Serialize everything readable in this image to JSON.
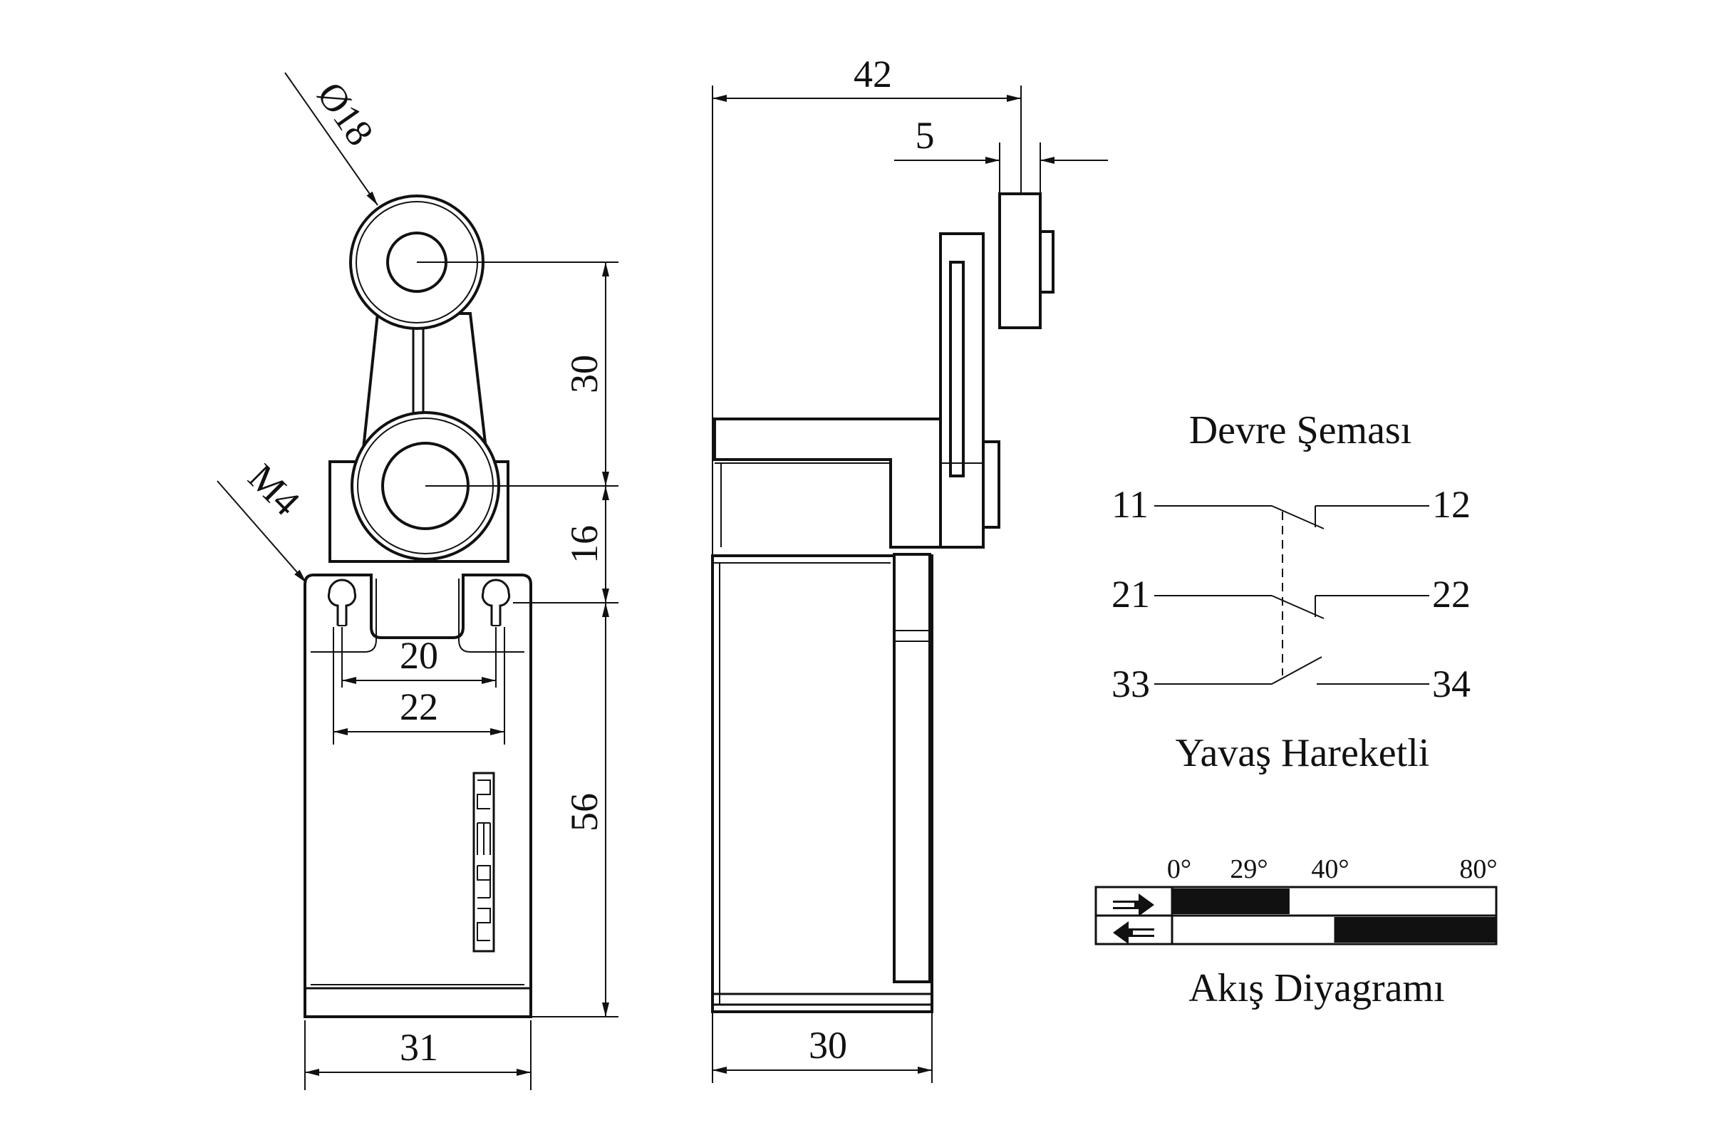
{
  "front_view": {
    "roller_diameter": "Ø18",
    "thread": "M4",
    "dim_top_to_pivot": "30",
    "dim_pivot_to_holes": "16",
    "dim_body_height": "56",
    "dim_hole_inner": "20",
    "dim_hole_outer": "22",
    "dim_body_width": "31",
    "brand_logo": "emas"
  },
  "side_view": {
    "dim_overall_width": "42",
    "dim_roller_width": "5",
    "dim_body_depth": "30"
  },
  "circuit": {
    "title": "Devre Şeması",
    "terminals": [
      "11",
      "12",
      "21",
      "22",
      "33",
      "34"
    ],
    "subtitle": "Yavaş Hareketli"
  },
  "flow": {
    "degrees": [
      "0°",
      "29°",
      "40°",
      "80°"
    ],
    "row_forward_closed": {
      "from_deg": 0,
      "to_deg": 29
    },
    "row_return_closed": {
      "from_deg": 40,
      "to_deg": 80
    },
    "forward_icon": "arrow-right-icon",
    "return_icon": "arrow-left-icon",
    "caption": "Akış Diyagramı"
  }
}
